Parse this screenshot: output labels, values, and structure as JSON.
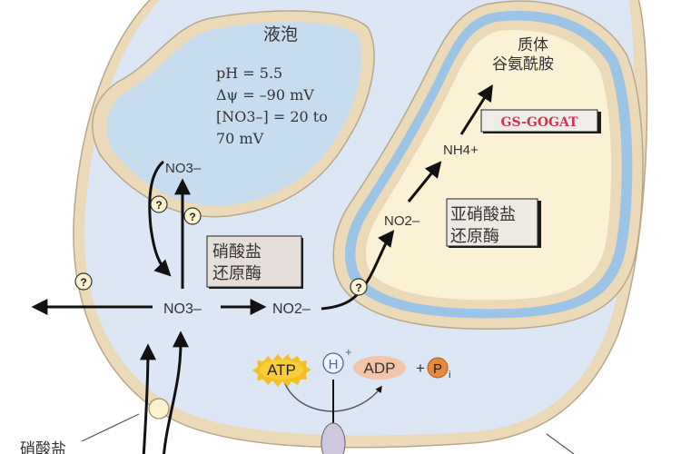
{
  "colors": {
    "background": "#ffffff",
    "cytoplasm": "#dde6f5",
    "membrane": "#ecd9b8",
    "membrane_edge": "#b8a88a",
    "vacuole": "#c7dcef",
    "plastid_stroma": "#fbf2d5",
    "plastid_blue_band": "#9cc4e6",
    "enzyme_box": "#e6dedb",
    "gsgogat_text": "#c8384f",
    "atp_star": "#f5c023",
    "adp_fill": "#f4c4a8",
    "pi_fill": "#e68a3c",
    "transporter": "#fbf2cf"
  },
  "vacuole": {
    "title": "液泡",
    "ph": "pH = 5.5",
    "potential": "Δψ = –90 mV",
    "nitrate_conc_line1": "[NO3–] = 20 to",
    "nitrate_conc_line2": "70 mV",
    "nitrate_label": "NO3–"
  },
  "plastid": {
    "title": "质体",
    "subtitle": "谷氨酰胺",
    "ammonium": "NH4+",
    "nitrite": "NO2–",
    "enzyme_gsgogat": "GS-GOGAT",
    "enzyme_nitrite_reductase_line1": "亚硝酸盐",
    "enzyme_nitrite_reductase_line2": "还原酶"
  },
  "cytosol": {
    "nitrate": "NO3–",
    "nitrite": "NO2–",
    "enzyme_nitrate_reductase_line1": "硝酸盐",
    "enzyme_nitrate_reductase_line2": "还原酶",
    "unknown_transporter_symbol": "?"
  },
  "energy": {
    "atp": "ATP",
    "proton": "H",
    "proton_charge": "+",
    "adp": "ADP",
    "plus": "+",
    "phosphate": "P",
    "phosphate_sub": "i"
  },
  "callouts": {
    "nitrate_transporter": "硝酸盐"
  }
}
